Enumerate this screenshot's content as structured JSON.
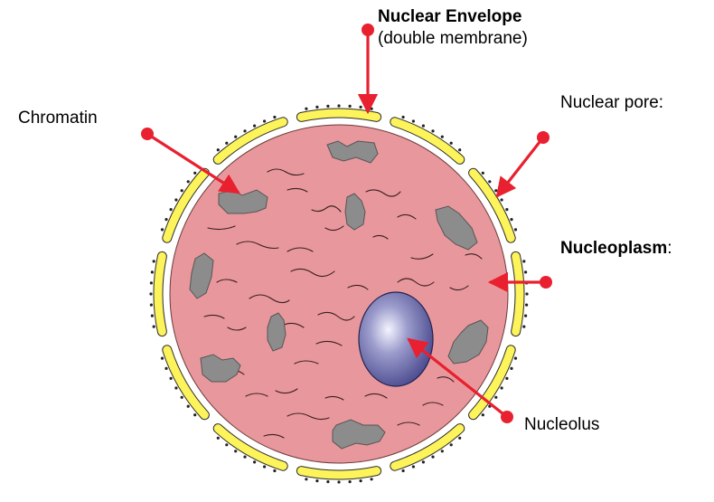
{
  "diagram": {
    "labels": {
      "nuclear_envelope": {
        "name": "Nuclear Envelope",
        "sub": "(double membrane)"
      },
      "chromatin": {
        "name": "Chromatin"
      },
      "nuclear_pore": {
        "name": "Nuclear pore:"
      },
      "nucleoplasm": {
        "name": "Nucleoplasm",
        "suffix": ":"
      },
      "nucleolus": {
        "name": "Nucleolus"
      }
    },
    "colors": {
      "nucleoplasm_fill": "#e8989c",
      "envelope_yellow": "#fdf35a",
      "chromatin_gray": "#8c8c8c",
      "nucleolus_center": "#e8e8f6",
      "nucleolus_edge": "#3b3b86",
      "arrow_red": "#e8202f"
    }
  }
}
